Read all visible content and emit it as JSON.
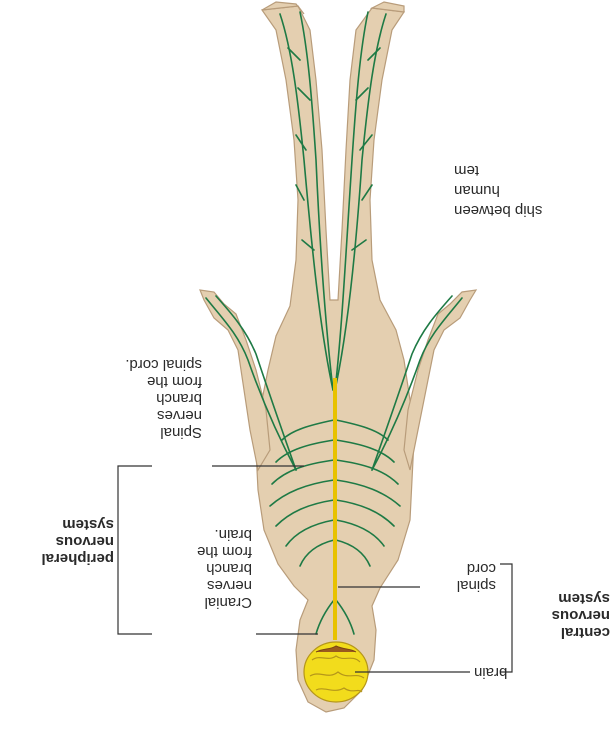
{
  "labels": {
    "spinal_nerves": [
      "Spinal",
      "nerves",
      "branch",
      "from the",
      "spinal cord.",
      ""
    ],
    "cranial_nerves": [
      "Cranial",
      "nerves",
      "branch",
      "from the",
      "brain.",
      ""
    ],
    "peripheral_system": [
      "peripheral",
      "nervous",
      "system"
    ],
    "spinal_cord": [
      "spinal",
      "cord"
    ],
    "brain": "brain",
    "central_system": [
      "central",
      "nervous",
      "system"
    ]
  },
  "caption_fragment": [
    "ship between",
    "human",
    "tem"
  ],
  "colors": {
    "nerve": "#1e7a45",
    "spinal_cord": "#e8c200",
    "brain": "#f2dc1c",
    "skin": "#e4cfb0"
  }
}
